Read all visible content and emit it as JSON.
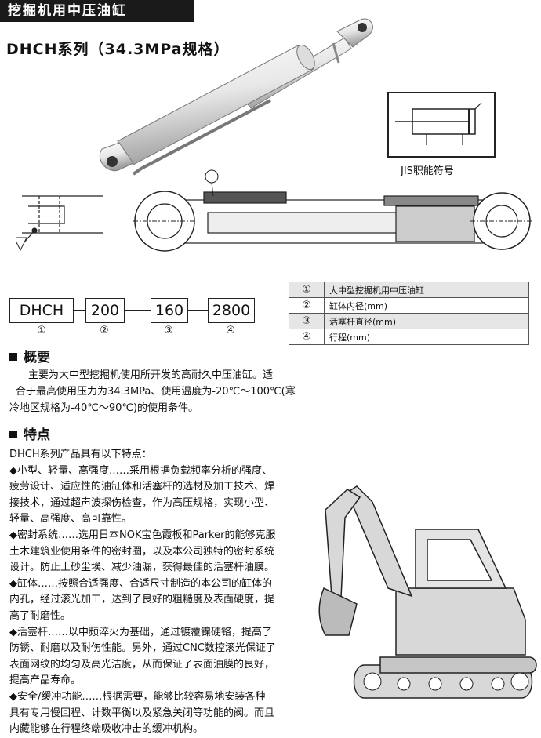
{
  "header": {
    "title": "挖掘机用中压油缸"
  },
  "series_title": "DHCH系列（34.3MPa规格）",
  "jis": {
    "caption": "JIS职能符号"
  },
  "model_code": {
    "boxes": [
      "DHCH",
      "200",
      "160",
      "2800"
    ],
    "numbers": [
      "①",
      "②",
      "③",
      "④"
    ]
  },
  "legend": {
    "rows": [
      {
        "num": "①",
        "label": "大中型挖掘机用中压油缸"
      },
      {
        "num": "②",
        "label": "缸体内径(mm)"
      },
      {
        "num": "③",
        "label": "活塞杆直径(mm)"
      },
      {
        "num": "④",
        "label": "行程(mm)"
      }
    ]
  },
  "overview": {
    "heading": "概要",
    "lines": [
      "主要为大中型挖掘机使用所开发的高耐久中压油缸。适",
      "合于最高使用压力为34.3MPa、使用温度为-20℃～100℃(寒",
      "冷地区规格为-40℃～90℃)的使用条件。"
    ]
  },
  "features": {
    "heading": "特点",
    "lines": [
      "DHCH系列产品具有以下特点：",
      "◆小型、轻量、高强度……采用根据负载频率分析的强度、",
      "疲劳设计、适应性的油缸体和活塞杆的选材及加工技术、焊",
      "接技术，通过超声波探伤检查，作为高压规格，实现小型、",
      "轻量、高强度、高可靠性。",
      "◆密封系统……选用日本NOK宝色霞板和Parker的能够克服",
      "土木建筑业使用条件的密封圈，以及本公司独特的密封系统",
      "设计。防止土砂尘埃、减少油漏，获得最佳的活塞杆油膜。",
      "◆缸体……按照合适强度、合适尺寸制造的本公司的缸体的",
      "内孔，经过滚光加工，达到了良好的粗糙度及表面硬度，提",
      "高了耐磨性。",
      "◆活塞杆……以中频淬火为基础，通过镀覆镍硬铬，提高了",
      "防锈、耐磨以及耐伤性能。另外，通过CNC数控滚光保证了",
      "表面网纹的均匀及高光洁度，从而保证了表面油膜的良好，",
      "提高产品寿命。",
      "◆安全/缓冲功能……根据需要，能够比较容易地安装各种",
      "具有专用慢回程、计数平衡以及紧急关闭等功能的阀。而且",
      "内藏能够在行程终端吸收冲击的缓冲机构。"
    ]
  }
}
